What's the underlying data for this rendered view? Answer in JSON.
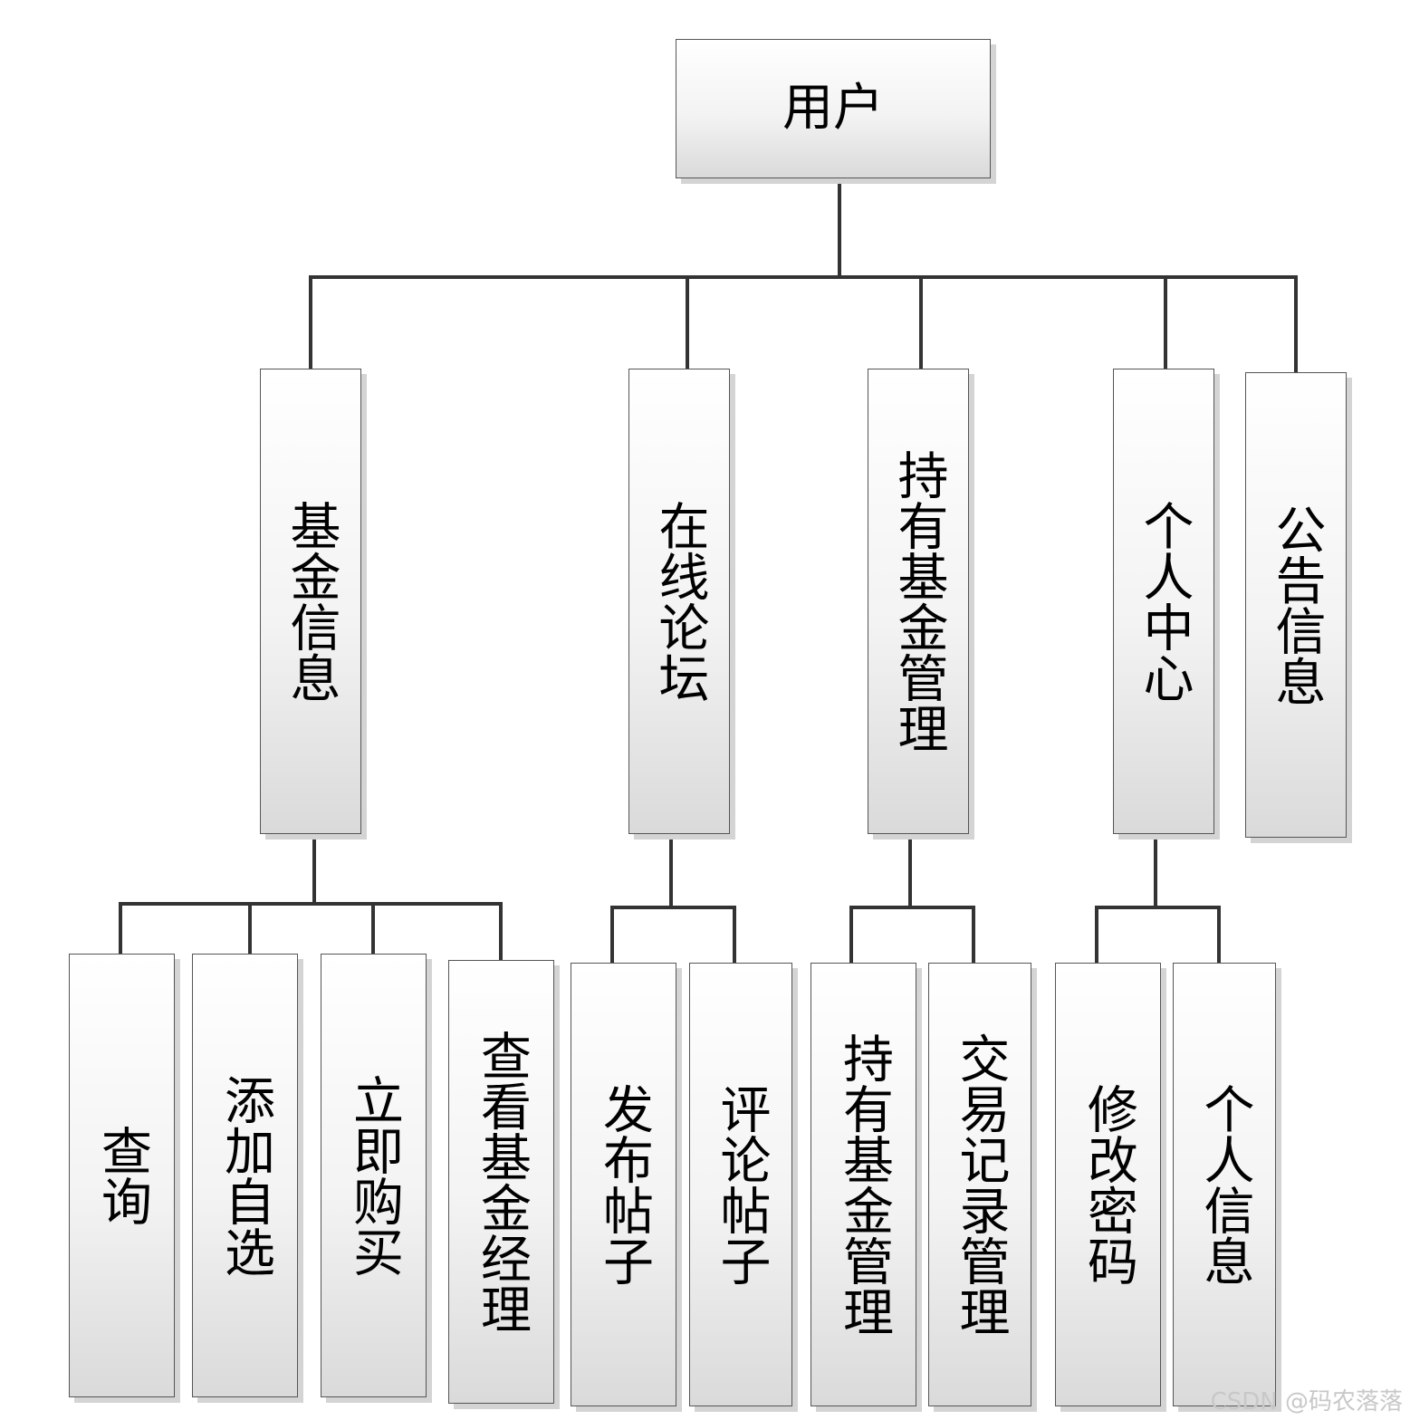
{
  "root": {
    "label": "用户"
  },
  "modules": [
    {
      "id": "fund-info",
      "label": "基金信息",
      "children": [
        "查询",
        "添加自选",
        "立即购买",
        "查看基金经理"
      ]
    },
    {
      "id": "forum",
      "label": "在线论坛",
      "children": [
        "发布帖子",
        "评论帖子"
      ]
    },
    {
      "id": "holdings",
      "label": "持有基金管理",
      "children": [
        "持有基金管理",
        "交易记录管理"
      ]
    },
    {
      "id": "personal-center",
      "label": "个人中心",
      "children": [
        "修改密码",
        "个人信息"
      ]
    },
    {
      "id": "notices",
      "label": "公告信息",
      "children": []
    }
  ],
  "watermark": "CSDN @码农落落",
  "colors": {
    "line": "#333333",
    "border": "#555555",
    "shadow": "#d4d4d4"
  }
}
